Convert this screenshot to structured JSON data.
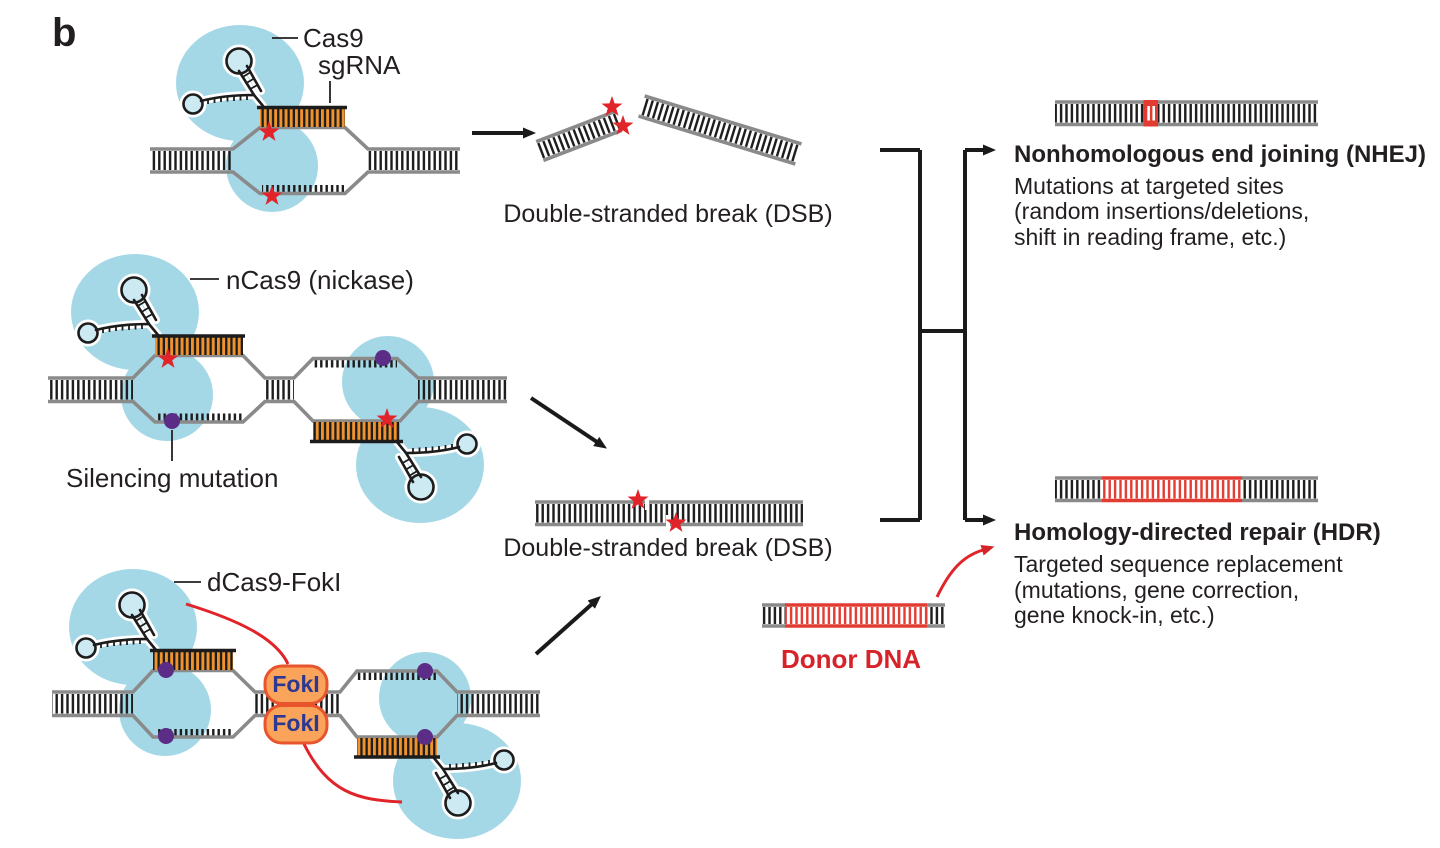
{
  "figure": {
    "panel_label": "b",
    "constructs": {
      "cas9": {
        "label": "Cas9",
        "sgrna_label": "sgRNA"
      },
      "ncas9": {
        "label": "nCas9 (nickase)",
        "silencing_label": "Silencing mutation"
      },
      "dcas9_foki": {
        "label": "dCas9-FokI",
        "foki_top": "FokI",
        "foki_bottom": "FokI"
      }
    },
    "breaks": {
      "dsb_top": "Double-stranded break (DSB)",
      "dsb_middle": "Double-stranded break (DSB)"
    },
    "outcomes": {
      "nhej": {
        "title": "Nonhomologous end joining (NHEJ)",
        "lines": [
          "Mutations at targeted sites",
          "(random insertions/deletions,",
          "shift in reading frame, etc.)"
        ]
      },
      "hdr": {
        "title": "Homology-directed repair (HDR)",
        "lines": [
          "Targeted sequence replacement",
          "(mutations, gene correction,",
          "gene knock-in, etc.)"
        ]
      }
    },
    "donor": {
      "label": "Donor DNA"
    },
    "colors": {
      "protein_blue": "#a5d8e6",
      "sgrna_loop_fill": "#cde9f2",
      "guide_orange": "#f0932f",
      "cut_star_red": "#e0242a",
      "repair_red": "#e23c32",
      "mutation_purple": "#5b2d86",
      "foki_fill": "#f9a45a",
      "foki_border": "#e8542b",
      "foki_text_navy": "#2b3990",
      "dna_rail_gray": "#8a8a8a",
      "dna_rung_black": "#1c1c1c",
      "text_black": "#231f20",
      "donor_text_red": "#d6232a"
    }
  }
}
